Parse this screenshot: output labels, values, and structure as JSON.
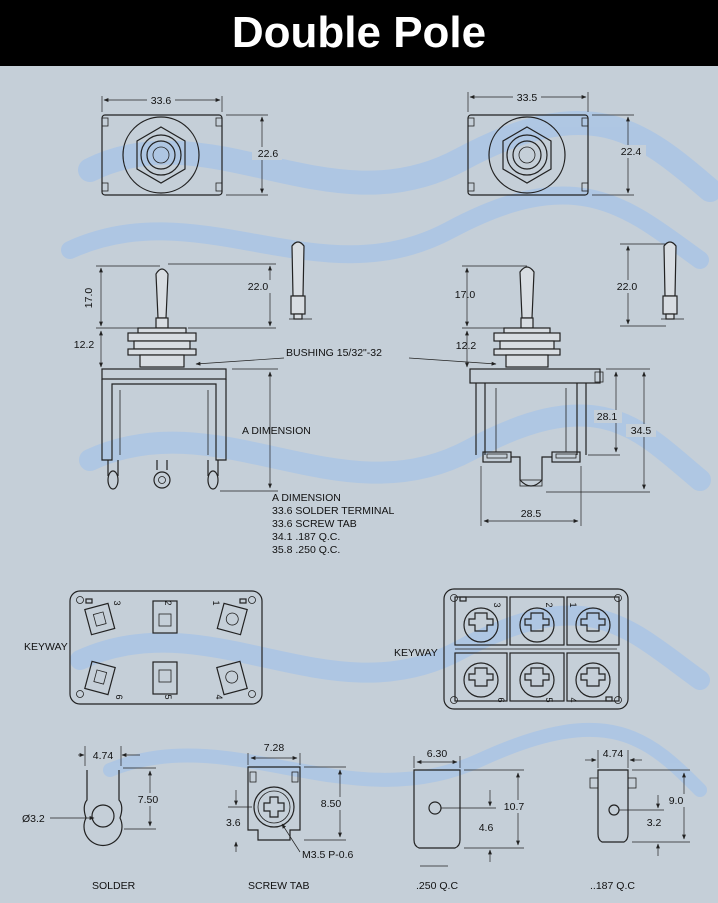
{
  "header": {
    "title": "Double Pole"
  },
  "top_views": {
    "left_width": "33.6",
    "left_height": "22.6",
    "right_width": "33.5",
    "right_height": "22.4"
  },
  "side_views": {
    "lever_length": "17.0",
    "lever_height": "22.0",
    "bushing_height": "12.2",
    "bushing_label": "BUSHING 15/32\"-32",
    "a_dimension_label": "A DIMENSION",
    "a_dimension_title": "A DIMENSION",
    "a_dimension_rows": [
      "33.6 SOLDER TERMINAL",
      "33.6  SCREW TAB",
      "34.1 .187 Q.C.",
      "35.8 .250 Q.C."
    ],
    "right_body_height": "28.1",
    "right_total_height": "34.5",
    "right_body_width": "28.5"
  },
  "bottom_views": {
    "keyway_label": "KEYWAY",
    "terminal_numbers": [
      "3",
      "2",
      "1",
      "6",
      "5",
      "4"
    ]
  },
  "terminals": {
    "solder": {
      "label": "SOLDER",
      "width": "4.74",
      "height": "7.50",
      "hole": "Ø3.2"
    },
    "screw_tab": {
      "label": "SCREW TAB",
      "width": "7.28",
      "height": "8.50",
      "offset": "3.6",
      "screw": "M3.5 P-0.6"
    },
    "qc250": {
      "label": ".250 Q.C",
      "width": "6.30",
      "height": "10.7",
      "hole_offset": "4.6"
    },
    "qc187": {
      "label": "..187 Q.C",
      "width": "4.74",
      "height": "9.0",
      "hole_offset": "3.2"
    }
  },
  "colors": {
    "header_bg": "#000000",
    "page_bg": "#c5cfd8",
    "wave": "#a9c4e6"
  }
}
